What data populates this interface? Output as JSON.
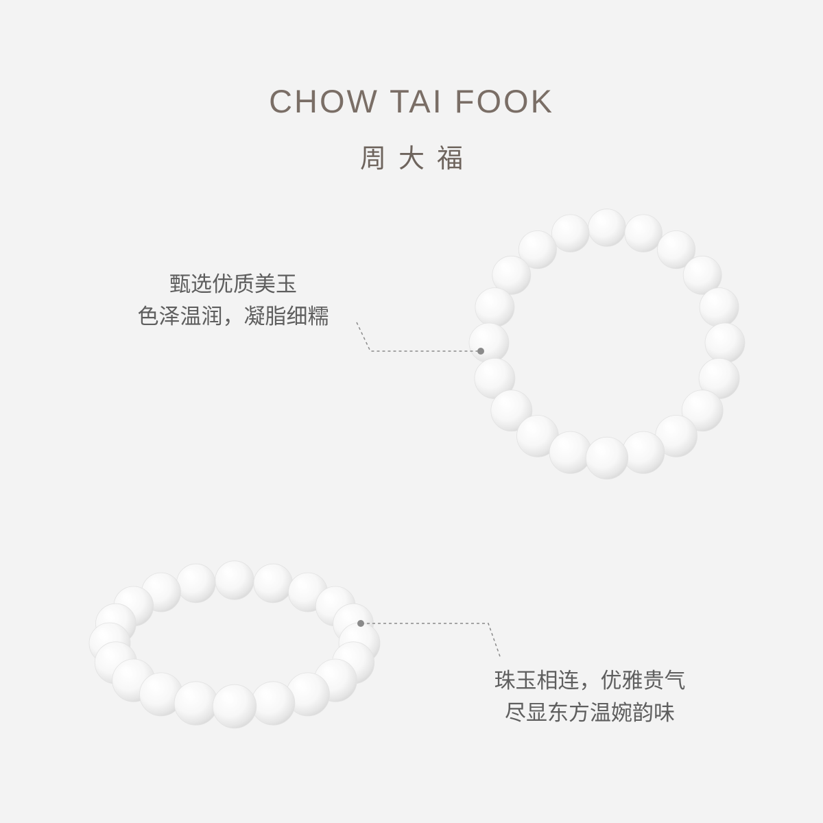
{
  "brand": {
    "name_en": "CHOW TAI FOOK",
    "name_zh": "周大福"
  },
  "feature_1": {
    "line_1": "甄选优质美玉",
    "line_2": "色泽温润，凝脂细糯"
  },
  "feature_2": {
    "line_1": "珠玉相连，优雅贵气",
    "line_2": "尽显东方温婉韵味"
  },
  "colors": {
    "background": "#f3f3f3",
    "brand_text": "#7a6e66",
    "caption_text": "#5e5e5e",
    "leader_line": "#888888",
    "bead": "#fafafa"
  }
}
